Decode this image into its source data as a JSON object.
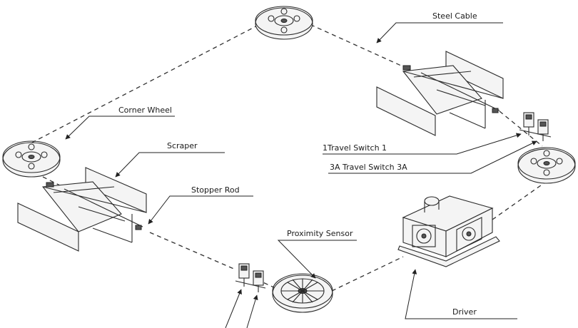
{
  "diagram": {
    "labels": {
      "steel_cable": "Steel Cable",
      "corner_wheel": "Corner Wheel",
      "scraper": "Scraper",
      "stopper_rod": "Stopper Rod",
      "travel_switch_1": "1Travel Switch 1",
      "travel_switch_3a": "3A Travel Switch 3A",
      "proximity_sensor": "Proximity Sensor",
      "driver": "Driver"
    },
    "icons": {
      "corner_wheel": "pulley-wheel-icon",
      "scraper": "scraper-frame-icon",
      "travel_switch": "limit-switch-icon",
      "proximity_sensor": "slotted-disc-icon",
      "driver": "motor-drive-unit-icon"
    }
  }
}
